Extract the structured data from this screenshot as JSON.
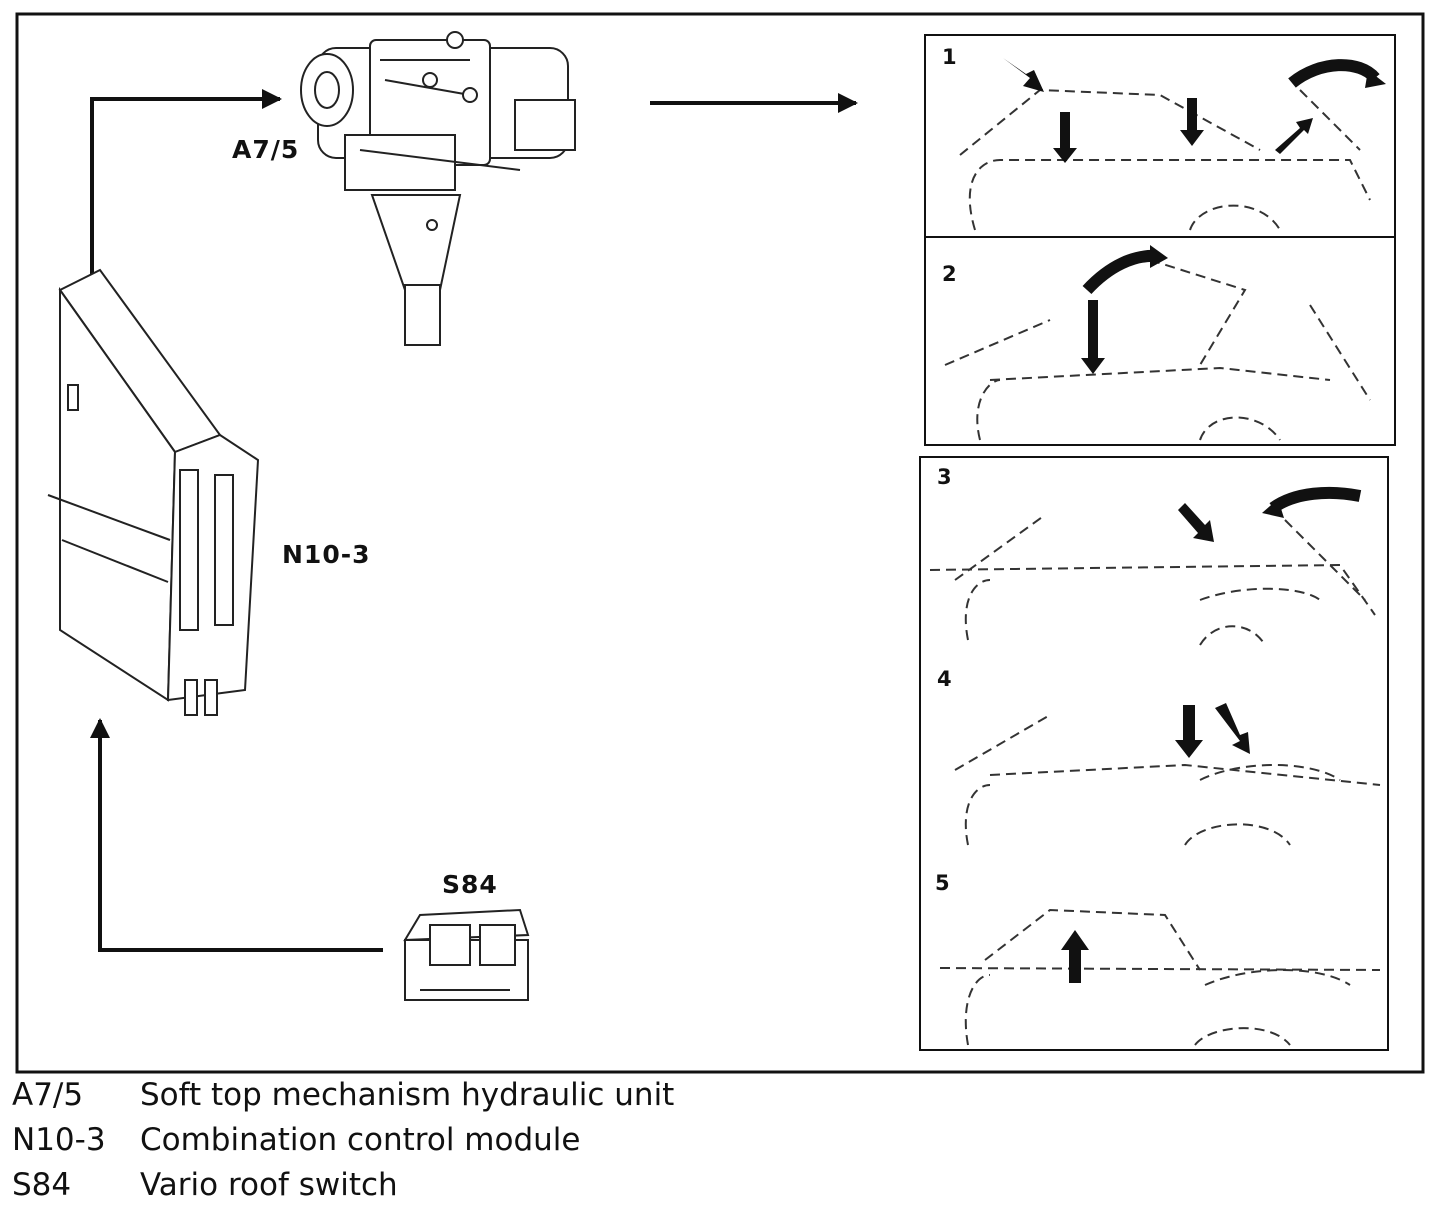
{
  "components": {
    "hydraulic_unit": {
      "code": "A7/5"
    },
    "control_module": {
      "code": "N10-3"
    },
    "roof_switch": {
      "code": "S84"
    }
  },
  "steps": [
    {
      "number": "1"
    },
    {
      "number": "2"
    },
    {
      "number": "3"
    },
    {
      "number": "4"
    },
    {
      "number": "5"
    }
  ],
  "legend": [
    {
      "code": "A7/5",
      "description": "Soft top mechanism hydraulic unit"
    },
    {
      "code": "N10-3",
      "description": "Combination control module"
    },
    {
      "code": "S84",
      "description": "Vario roof switch"
    }
  ]
}
